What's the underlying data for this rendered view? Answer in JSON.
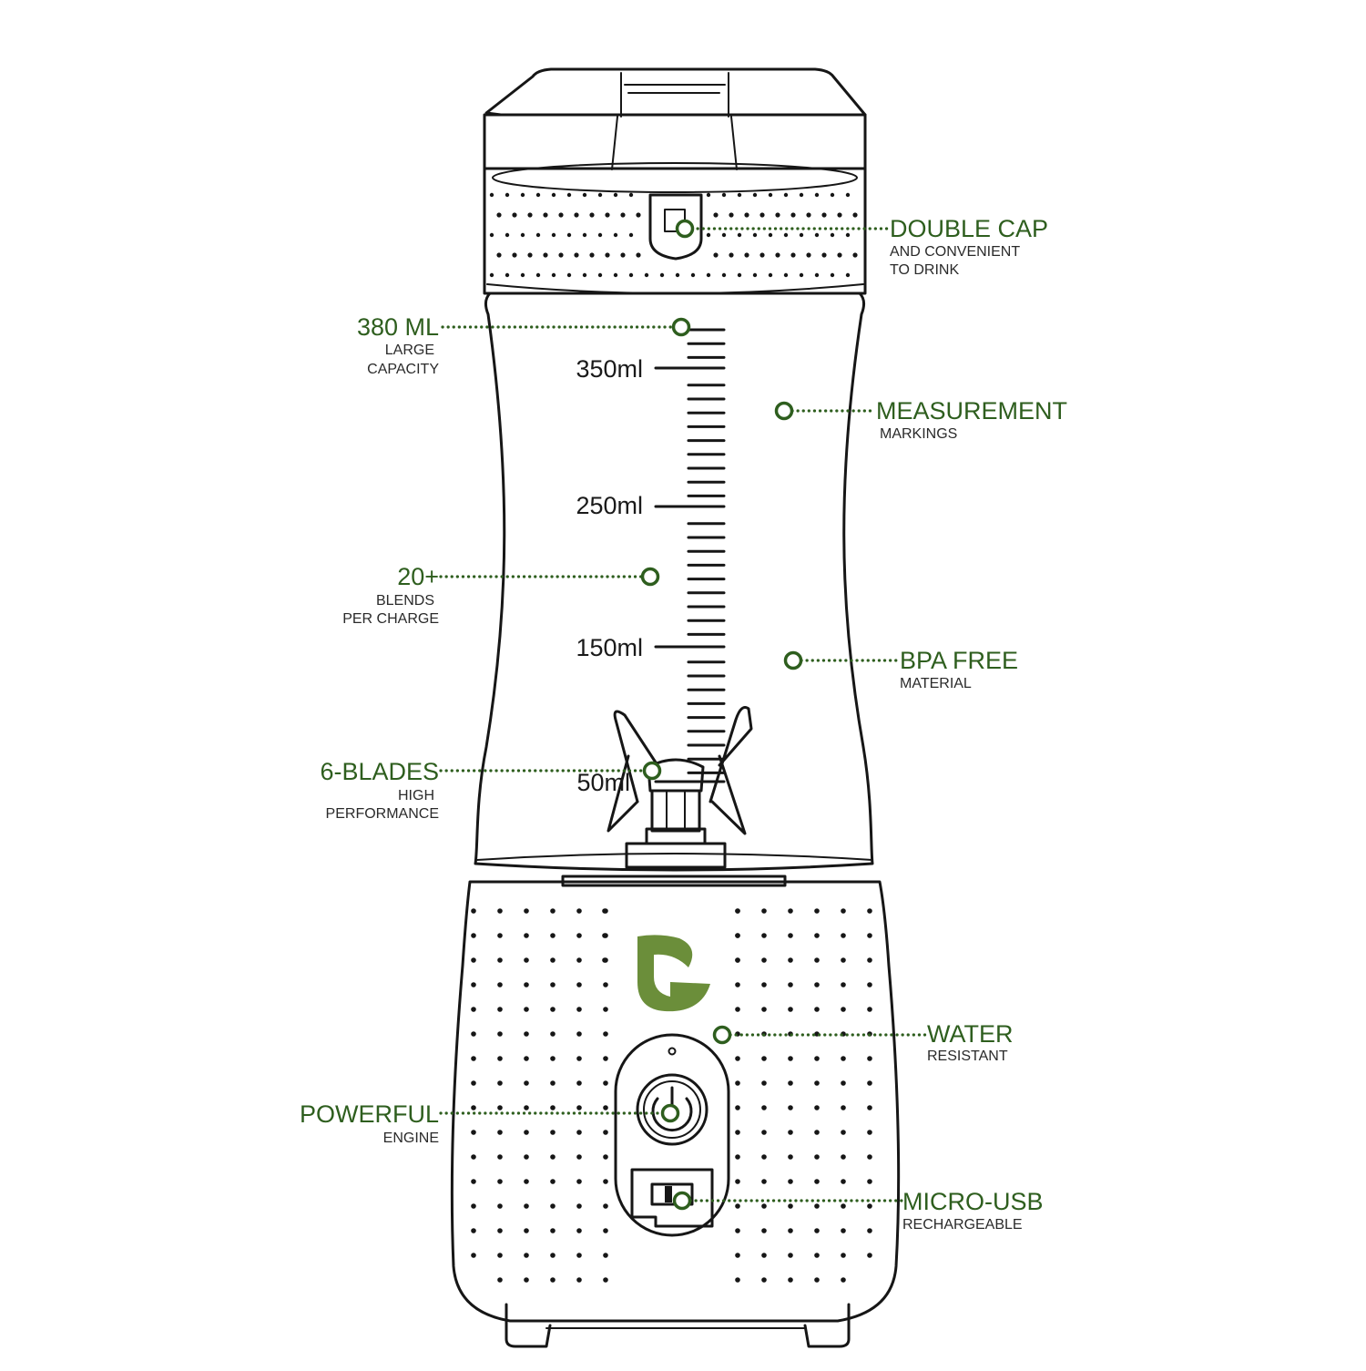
{
  "scale_labels": {
    "ml350": "350ml",
    "ml250": "250ml",
    "ml150": "150ml",
    "ml50": "50ml"
  },
  "callouts": {
    "double_cap": {
      "title": "DOUBLE CAP",
      "line1": "AND CONVENIENT",
      "line2": "TO DRINK"
    },
    "capacity": {
      "title": "380 ML",
      "line1": "LARGE",
      "line2": "CAPACITY"
    },
    "measurement": {
      "title": "MEASUREMENT",
      "line1": "MARKINGS"
    },
    "blends": {
      "title": "20+",
      "line1": "BLENDS",
      "line2": "PER CHARGE"
    },
    "bpa": {
      "title": "BPA FREE",
      "line1": "MATERIAL"
    },
    "blades": {
      "title": "6-BLADES",
      "line1": "HIGH",
      "line2": "PERFORMANCE"
    },
    "water": {
      "title": "WATER",
      "line1": "RESISTANT"
    },
    "engine": {
      "title": "POWERFUL",
      "line1": "ENGINE"
    },
    "usb": {
      "title": "MICRO-USB",
      "line1": "RECHARGEABLE"
    }
  },
  "colors": {
    "accent": "#2e5e1e",
    "logo": "#6b8e3a",
    "outline": "#161616",
    "background": "#ffffff"
  },
  "icons": {
    "logo": "g-leaf-logo-icon",
    "power": "power-icon",
    "usb": "micro-usb-port-icon"
  }
}
